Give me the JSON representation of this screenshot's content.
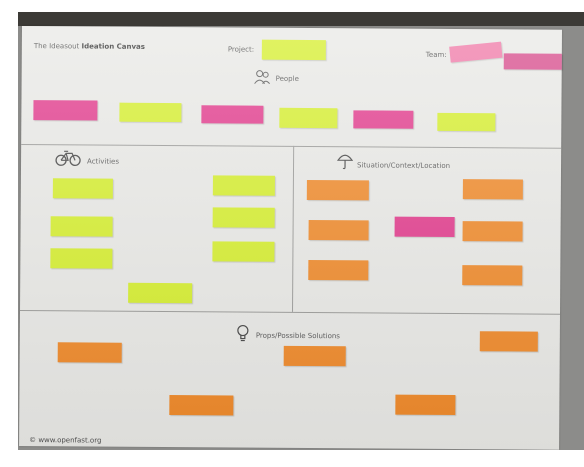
{
  "canvas": {
    "title_prefix": "The Ideasout",
    "title_strong": "Ideation Canvas",
    "project_label": "Project:",
    "team_label": "Team:",
    "footer": "© www.openfast.org"
  },
  "sections": {
    "people": "People",
    "activities": "Activities",
    "situation": "Situation/Context/Location",
    "props": "Props/Possible Solutions"
  },
  "colors": {
    "pink": "#e23a8c",
    "yellow": "#d6ef2e",
    "orange": "#f08a2a",
    "paper": "#e9e9e6"
  },
  "icons": {
    "people": "people-icon",
    "activities": "bicycle-icon",
    "situation": "umbrella-icon",
    "props": "lightbulb-icon"
  }
}
